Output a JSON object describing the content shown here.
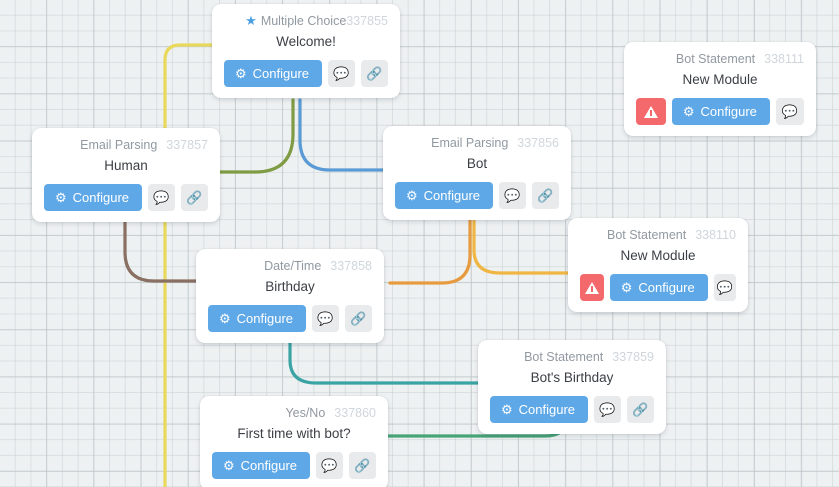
{
  "canvas": {
    "background_color": "#eef1f2",
    "grid_color": "#c8d0d3"
  },
  "theme": {
    "configure_button_color": "#5fa8e8",
    "icon_button_color": "#e8eaec",
    "warning_button_color": "#f4696b",
    "star_color": "#4a9fe0",
    "node_type_color": "#9099a1",
    "node_id_color": "#cfd6db",
    "node_title_color": "#3b3f45"
  },
  "labels": {
    "configure": "Configure",
    "comment_icon": "comment-icon",
    "link_icon": "link-icon",
    "warning_icon": "warning-icon",
    "gear_icon": "gear-icon",
    "star_icon": "star-icon"
  },
  "nodes": [
    {
      "key": "welcome",
      "type": "Multiple Choice",
      "id": "337855",
      "title": "Welcome!",
      "starred": true,
      "warning": false,
      "has_comment": true,
      "has_link": true
    },
    {
      "key": "new_module_338111",
      "type": "Bot Statement",
      "id": "338111",
      "title": "New Module",
      "starred": false,
      "warning": true,
      "has_comment": true,
      "has_link": false
    },
    {
      "key": "human",
      "type": "Email Parsing",
      "id": "337857",
      "title": "Human",
      "starred": false,
      "warning": false,
      "has_comment": true,
      "has_link": true
    },
    {
      "key": "bot",
      "type": "Email Parsing",
      "id": "337856",
      "title": "Bot",
      "starred": false,
      "warning": false,
      "has_comment": true,
      "has_link": true
    },
    {
      "key": "new_module_338110",
      "type": "Bot Statement",
      "id": "338110",
      "title": "New Module",
      "starred": false,
      "warning": true,
      "has_comment": true,
      "has_link": false
    },
    {
      "key": "birthday",
      "type": "Date/Time",
      "id": "337858",
      "title": "Birthday",
      "starred": false,
      "warning": false,
      "has_comment": true,
      "has_link": true
    },
    {
      "key": "bots_birthday",
      "type": "Bot Statement",
      "id": "337859",
      "title": "Bot's Birthday",
      "starred": false,
      "warning": false,
      "has_comment": true,
      "has_link": true
    },
    {
      "key": "first_time",
      "type": "Yes/No",
      "id": "337860",
      "title": "First time with bot?",
      "starred": false,
      "warning": false,
      "has_comment": true,
      "has_link": true
    }
  ],
  "connectors": [
    {
      "name": "yellow-vertical-trunk",
      "color": "#e8d95c"
    },
    {
      "name": "olive-to-welcome",
      "color": "#7f9b43"
    },
    {
      "name": "blue-to-bot",
      "color": "#5b9bd5"
    },
    {
      "name": "brown-to-birthday",
      "color": "#8a6f63"
    },
    {
      "name": "orange-to-bot-statement",
      "color": "#e79b3f"
    },
    {
      "name": "amber-to-bot-statement",
      "color": "#f0b643"
    },
    {
      "name": "teal-to-bots-birthday",
      "color": "#3aa3a3"
    },
    {
      "name": "green-to-bots-birthday",
      "color": "#47a477"
    }
  ]
}
